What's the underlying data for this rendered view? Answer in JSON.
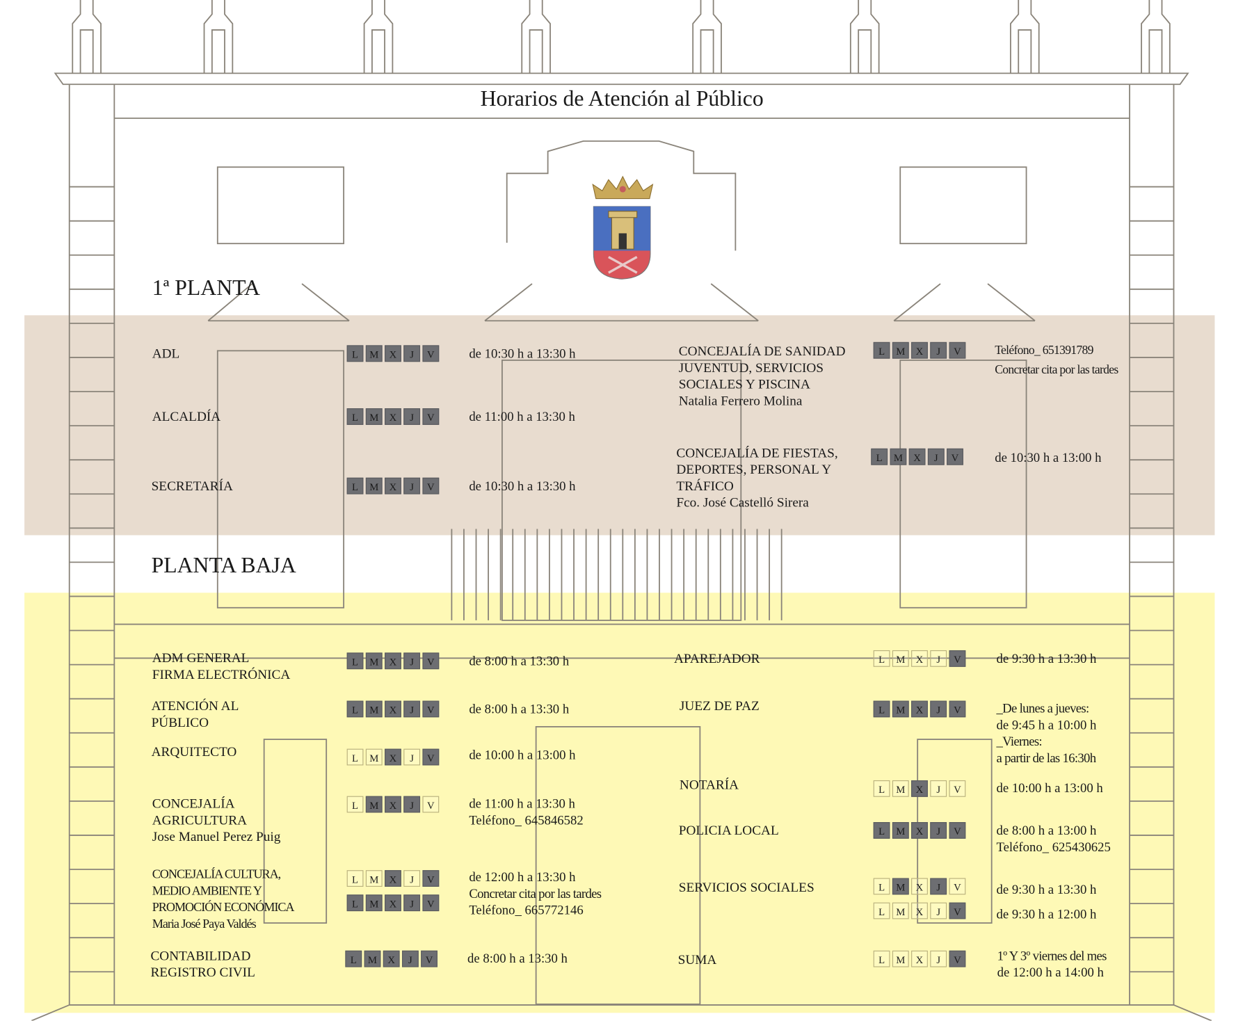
{
  "title": "Horarios de Atención al Público",
  "floors": {
    "first": "1ª PLANTA",
    "ground": "PLANTA BAJA"
  },
  "day_letters": [
    "L",
    "M",
    "X",
    "J",
    "V"
  ],
  "colors": {
    "first_floor_band": "#e8dccf",
    "ground_floor_band": "#fef9b6",
    "day_on": "#6d6e72",
    "shield_blue": "#4a6fc0",
    "shield_red": "#d9545a"
  },
  "entries": [
    {
      "id": "adl",
      "name": [
        "ADL"
      ],
      "schedules": [
        [
          1,
          1,
          1,
          1,
          1
        ]
      ],
      "info": [
        "de 10:30 h a 13:30 h"
      ]
    },
    {
      "id": "alcaldia",
      "name": [
        "ALCALDÍA"
      ],
      "schedules": [
        [
          1,
          1,
          1,
          1,
          1
        ]
      ],
      "info": [
        "de 11:00 h a 13:30 h"
      ]
    },
    {
      "id": "secretaria",
      "name": [
        "SECRETARÍA"
      ],
      "schedules": [
        [
          1,
          1,
          1,
          1,
          1
        ]
      ],
      "info": [
        "de 10:30 h a 13:30 h"
      ]
    },
    {
      "id": "sanidad",
      "name": [
        "CONCEJALÍA DE SANIDAD",
        "JUVENTUD, SERVICIOS",
        "SOCIALES Y PISCINA",
        "Natalia Ferrero Molina"
      ],
      "schedules": [
        [
          1,
          1,
          1,
          1,
          1
        ]
      ],
      "info": [
        "Teléfono_ 651391789",
        "Concretar cita por las tardes"
      ]
    },
    {
      "id": "fiestas",
      "name": [
        "CONCEJALÍA DE FIESTAS,",
        "DEPORTES, PERSONAL Y",
        "TRÁFICO",
        "Fco. José Castelló Sirera"
      ],
      "schedules": [
        [
          1,
          1,
          1,
          1,
          1
        ]
      ],
      "info": [
        "de 10:30 h a 13:00 h"
      ]
    },
    {
      "id": "adm-general",
      "name": [
        "ADM GENERAL",
        "FIRMA ELECTRÓNICA"
      ],
      "schedules": [
        [
          1,
          1,
          1,
          1,
          1
        ]
      ],
      "info": [
        "de 8:00 h a 13:30 h"
      ]
    },
    {
      "id": "atencion",
      "name": [
        "ATENCIÓN AL",
        "PÚBLICO"
      ],
      "schedules": [
        [
          1,
          1,
          1,
          1,
          1
        ]
      ],
      "info": [
        "de 8:00 h a 13:30 h"
      ]
    },
    {
      "id": "arquitecto",
      "name": [
        "ARQUITECTO"
      ],
      "schedules": [
        [
          0,
          0,
          1,
          0,
          1
        ]
      ],
      "info": [
        "de 10:00 h a 13:00 h"
      ]
    },
    {
      "id": "agricultura",
      "name": [
        "CONCEJALÍA",
        "AGRICULTURA",
        "Jose Manuel Perez Puig"
      ],
      "schedules": [
        [
          0,
          1,
          1,
          1,
          0
        ]
      ],
      "info": [
        "de 11:00 h a 13:30 h",
        "Teléfono_ 645846582"
      ]
    },
    {
      "id": "cultura",
      "name": [
        "CONCEJALÍA CULTURA,",
        "MEDIO AMBIENTE Y",
        "PROMOCIÓN ECONÓMICA",
        "Maria José Paya Valdés"
      ],
      "schedules": [
        [
          0,
          0,
          1,
          0,
          1
        ],
        [
          1,
          1,
          1,
          1,
          1
        ]
      ],
      "info": [
        "de 12:00 h a 13:30 h",
        "Concretar cita por las tardes",
        "Teléfono_ 665772146"
      ]
    },
    {
      "id": "contabilidad",
      "name": [
        "CONTABILIDAD",
        "REGISTRO CIVIL"
      ],
      "schedules": [
        [
          1,
          1,
          1,
          1,
          1
        ]
      ],
      "info": [
        "de 8:00 h a 13:30 h"
      ]
    },
    {
      "id": "aparejador",
      "name": [
        "APAREJADOR"
      ],
      "schedules": [
        [
          0,
          0,
          0,
          0,
          1
        ]
      ],
      "info": [
        "de 9:30 h a 13:30 h"
      ]
    },
    {
      "id": "juez",
      "name": [
        "JUEZ DE PAZ"
      ],
      "schedules": [
        [
          1,
          1,
          1,
          1,
          1
        ]
      ],
      "info": [
        "_De lunes a jueves:",
        "de 9:45 h a 10:00 h",
        "_Viernes:",
        "a partir de las 16:30h"
      ]
    },
    {
      "id": "notaria",
      "name": [
        "NOTARÍA"
      ],
      "schedules": [
        [
          0,
          0,
          1,
          0,
          0
        ]
      ],
      "info": [
        "de 10:00 h a 13:00 h"
      ]
    },
    {
      "id": "policia",
      "name": [
        "POLICIA LOCAL"
      ],
      "schedules": [
        [
          1,
          1,
          1,
          1,
          1
        ]
      ],
      "info": [
        "de 8:00 h a 13:00 h",
        "Teléfono_ 625430625"
      ]
    },
    {
      "id": "servicios-sociales",
      "name": [
        "SERVICIOS SOCIALES"
      ],
      "schedules": [
        [
          0,
          1,
          0,
          1,
          0
        ],
        [
          0,
          0,
          0,
          0,
          1
        ]
      ],
      "info": [
        "de 9:30 h a 13:30 h",
        "de 9:30 h a 12:00 h"
      ]
    },
    {
      "id": "suma",
      "name": [
        "SUMA"
      ],
      "schedules": [
        [
          0,
          0,
          0,
          0,
          1
        ]
      ],
      "info": [
        "1º Y 3º viernes del mes",
        "de 12:00 h a 14:00 h"
      ]
    }
  ]
}
